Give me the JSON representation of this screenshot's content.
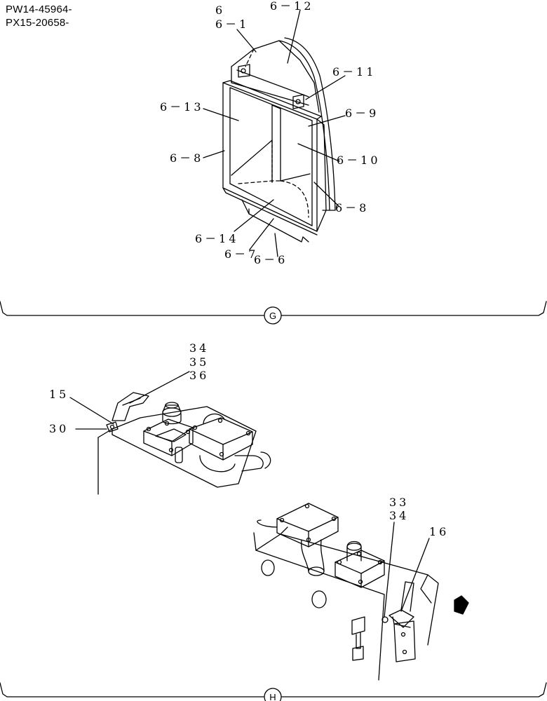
{
  "header": {
    "serial_1": "PW14-45964-",
    "serial_2": "PX15-20658-"
  },
  "section_g": {
    "marker": "G",
    "labels": {
      "p6": "6",
      "p6_1": "6－1",
      "p6_12": "6－12",
      "p6_11": "6－11",
      "p6_13": "6－13",
      "p6_9": "6－9",
      "p6_8_left": "6－8",
      "p6_10": "6－10",
      "p6_8_right": "6－8",
      "p6_14": "6－14",
      "p6_7": "6－7",
      "p6_6": "6－6"
    }
  },
  "section_h": {
    "marker": "H",
    "labels": {
      "p34_top": "34",
      "p35": "35",
      "p36": "36",
      "p15": "15",
      "p30": "30",
      "p33": "33",
      "p34_bottom": "34",
      "p16": "16"
    }
  }
}
